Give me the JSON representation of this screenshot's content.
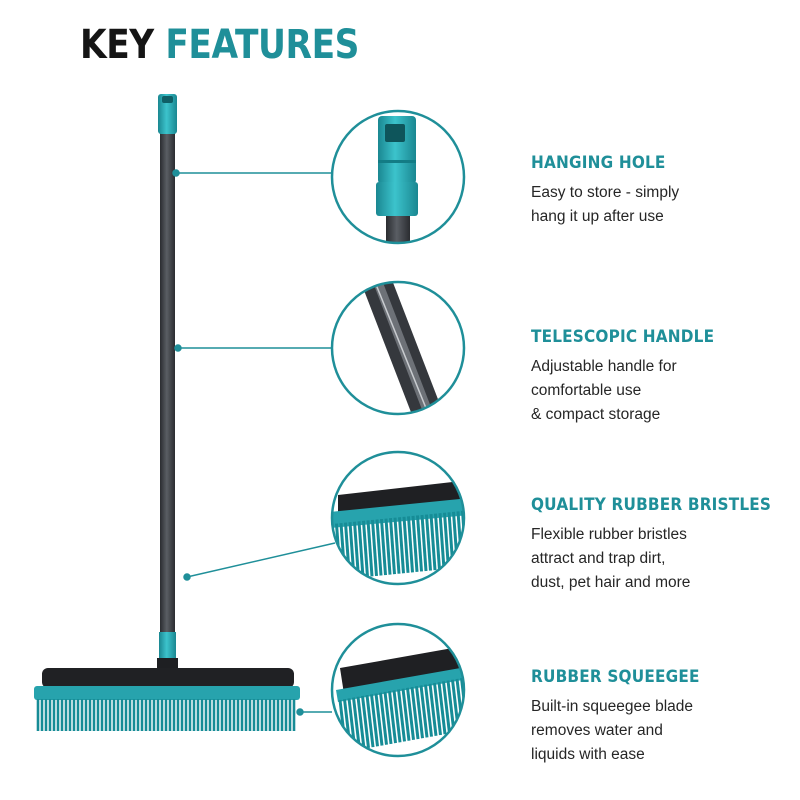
{
  "title": {
    "word1": "KEY",
    "word2": "FEATURES"
  },
  "features": [
    {
      "heading": "HANGING HOLE",
      "lines": [
        "Easy to store - simply",
        "hang it up after use"
      ]
    },
    {
      "heading": "TELESCOPIC HANDLE",
      "lines": [
        "Adjustable handle for",
        "comfortable use",
        "& compact storage"
      ]
    },
    {
      "heading": "QUALITY RUBBER BRISTLES",
      "lines": [
        "Flexible rubber bristles",
        "attract and trap dirt,",
        "dust, pet hair and more"
      ]
    },
    {
      "heading": "RUBBER SQUEEGEE",
      "lines": [
        "Built-in squeegee blade",
        "removes water and",
        "liquids with ease"
      ]
    }
  ],
  "colors": {
    "teal": "#1f8f99",
    "handle": "#3a3d42",
    "text": "#262626",
    "heading": "#151515"
  }
}
